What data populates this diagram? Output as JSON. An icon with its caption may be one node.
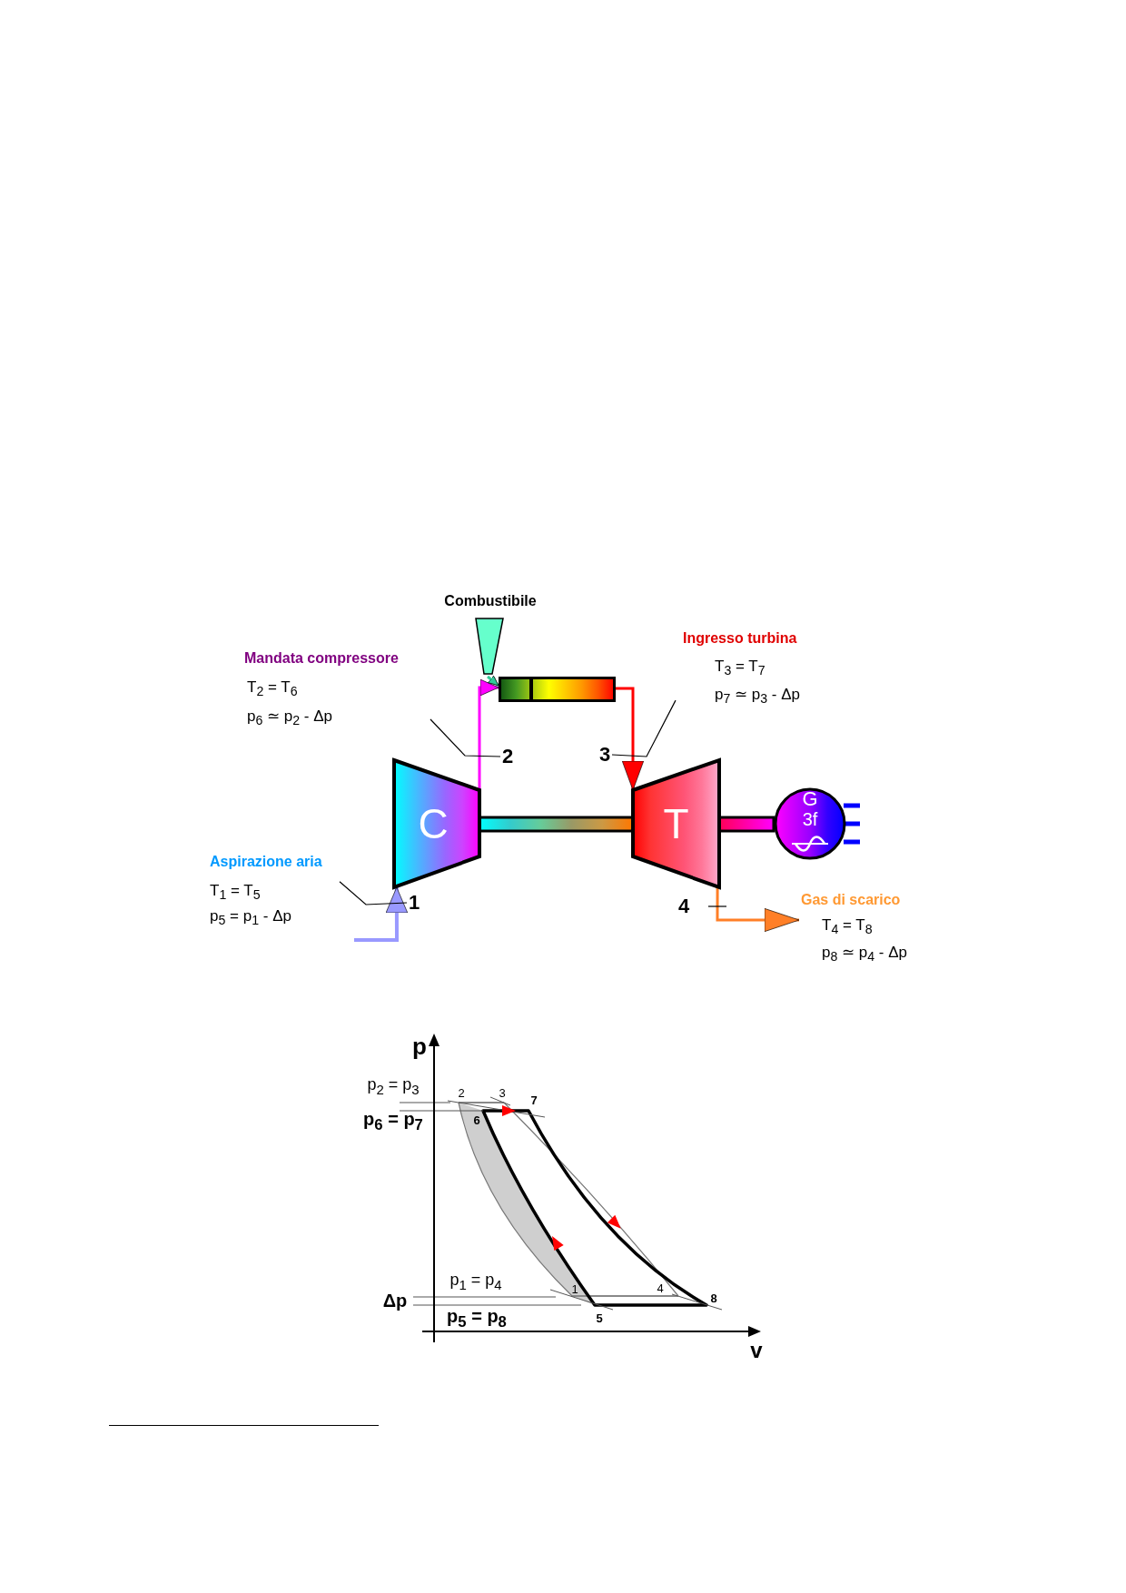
{
  "diagram": {
    "nodes": [
      {
        "text": [
          "Combustibile"
        ]
      },
      {
        "text": [
          "Mandata compressore",
          "T$_{2}$ = T$_{6}$",
          "p$_{6}$ ≃ p$_{2}$ - Δp"
        ]
      },
      {
        "text": [
          "Ingresso turbina",
          "T$_{3}$ = T$_{7}$",
          "p$_{7}$ ≃ p$_{3}$ - Δp"
        ]
      },
      {
        "text": [],
        "shape": "bar"
      },
      {
        "text": [
          "C"
        ]
      },
      {
        "text": [
          "T"
        ]
      },
      {
        "text": [
          "G",
          "3f"
        ]
      },
      {
        "text": [
          "Aspirazione aria",
          "T$_{1}$ = T$_{5}$",
          "p$_{5}$ = p$_{1}$ - Δp"
        ]
      },
      {
        "text": [
          "Gas di scarico",
          "T$_{4}$ = T$_{8}$",
          "p$_{8}$ ≃ p$_{4}$ - Δp"
        ]
      },
      {
        "text": [
          "2"
        ]
      },
      {
        "text": [
          "3"
        ]
      },
      {
        "text": [
          "1"
        ]
      }
    ],
    "edges": [
      {
        "from": null,
        "to": 4,
        "arrow": "to",
        "color": "#9999ff"
      },
      {
        "from": 4,
        "to": 3,
        "arrow": "to",
        "color": "#ff00ff"
      },
      {
        "from": 0,
        "to": 3,
        "arrow": "to",
        "color": "#33cc99"
      },
      {
        "from": 3,
        "to": 5,
        "arrow": "to",
        "color": "#ff0000"
      },
      {
        "from": 5,
        "to": 8,
        "arrow": "to",
        "color": "#ff7f27"
      },
      {
        "from": 4,
        "to": 5,
        "arrow": "none",
        "style": "thick"
      },
      {
        "from": 5,
        "to": 6,
        "arrow": "none",
        "style": "thick"
      },
      {
        "from": 1,
        "to": 9,
        "arrow": "none"
      },
      {
        "from": 2,
        "to": 10,
        "arrow": "none"
      },
      {
        "from": 7,
        "to": 11,
        "arrow": "none"
      }
    ],
    "labels": [
      "4",
      "p",
      "p$_{2}$ = p$_{3}$",
      "2",
      "3",
      "7",
      "p$_{6}$ = p$_{7}$",
      "6",
      "p$_{1}$ = p$_{4}$",
      "1",
      "4",
      "8",
      "Δp",
      "5",
      "p$_{5}$ = p$_{8}$",
      "v"
    ]
  }
}
